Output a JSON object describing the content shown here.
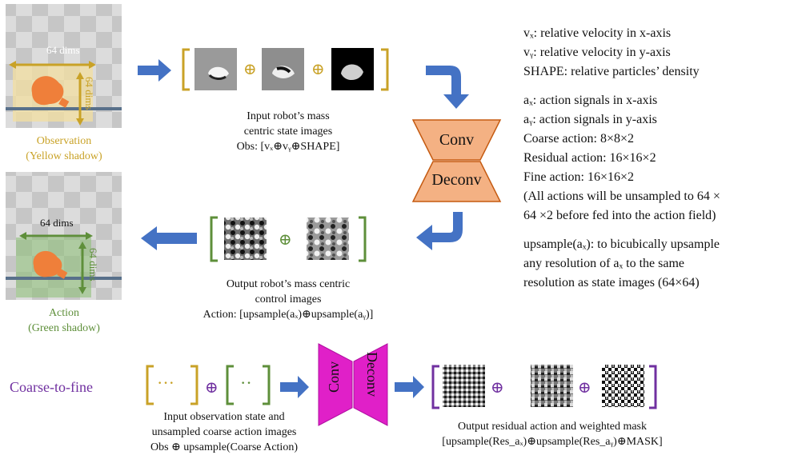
{
  "panel_top": {
    "dims_h": "64 dims",
    "dims_v": "64 dims",
    "caption_line1": "Observation",
    "caption_line2": "(Yellow shadow)"
  },
  "panel_bottom": {
    "dims_h": "64 dims",
    "dims_v": "64 dims",
    "caption_line1": "Action",
    "caption_line2": "(Green shadow)"
  },
  "input_state": {
    "op1": "⊕",
    "op2": "⊕",
    "caption_line1": "Input robot’s mass",
    "caption_line2": "centric state images",
    "caption_line3": "Obs: [vₓ⊕vᵧ⊕SHAPE]"
  },
  "network": {
    "conv": "Conv",
    "deconv": "Deconv"
  },
  "output_control": {
    "op": "⊕",
    "caption_line1": "Output robot’s mass centric",
    "caption_line2": "control images",
    "caption_line3": "Action: [upsample(aₓ)⊕upsample(aᵧ)]"
  },
  "legend": {
    "lines": [
      "vₓ: relative velocity in x-axis",
      "vᵧ: relative velocity in y-axis",
      "SHAPE: relative particles’ density",
      "",
      "aₓ: action signals in x-axis",
      "aᵧ: action signals in y-axis",
      "Coarse action: 8×8×2",
      "Residual action: 16×16×2",
      "Fine action: 16×16×2",
      "(All actions will be unsampled to 64 ×",
      "64 ×2 before fed into the action field)",
      "",
      "upsample(aₓ): to bicubically upsample",
      "any resolution of aₓ to the same",
      "resolution as state images (64×64)"
    ]
  },
  "coarse_to_fine": {
    "label": "Coarse-to-fine",
    "in_op": "⊕",
    "dots1": "···",
    "dots2": "··",
    "net_conv": "Conv",
    "net_deconv": "Deconv",
    "out_op1": "⊕",
    "out_op2": "⊕",
    "in_caption1": "Input observation state and",
    "in_caption2": "unsampled coarse action images",
    "in_caption3": "Obs ⊕ upsample(Coarse Action)",
    "out_caption1": "Output residual action and weighted mask",
    "out_caption2": "[upsample(Res_aₓ)⊕upsample(Res_aᵧ)⊕MASK]"
  },
  "colors": {
    "yellow": "#c9a227",
    "green": "#5e8f3a",
    "blue_arrow": "#4472c4",
    "orange_net": "#f4b183",
    "magenta_net": "#e020c8",
    "purple": "#7030a0"
  }
}
